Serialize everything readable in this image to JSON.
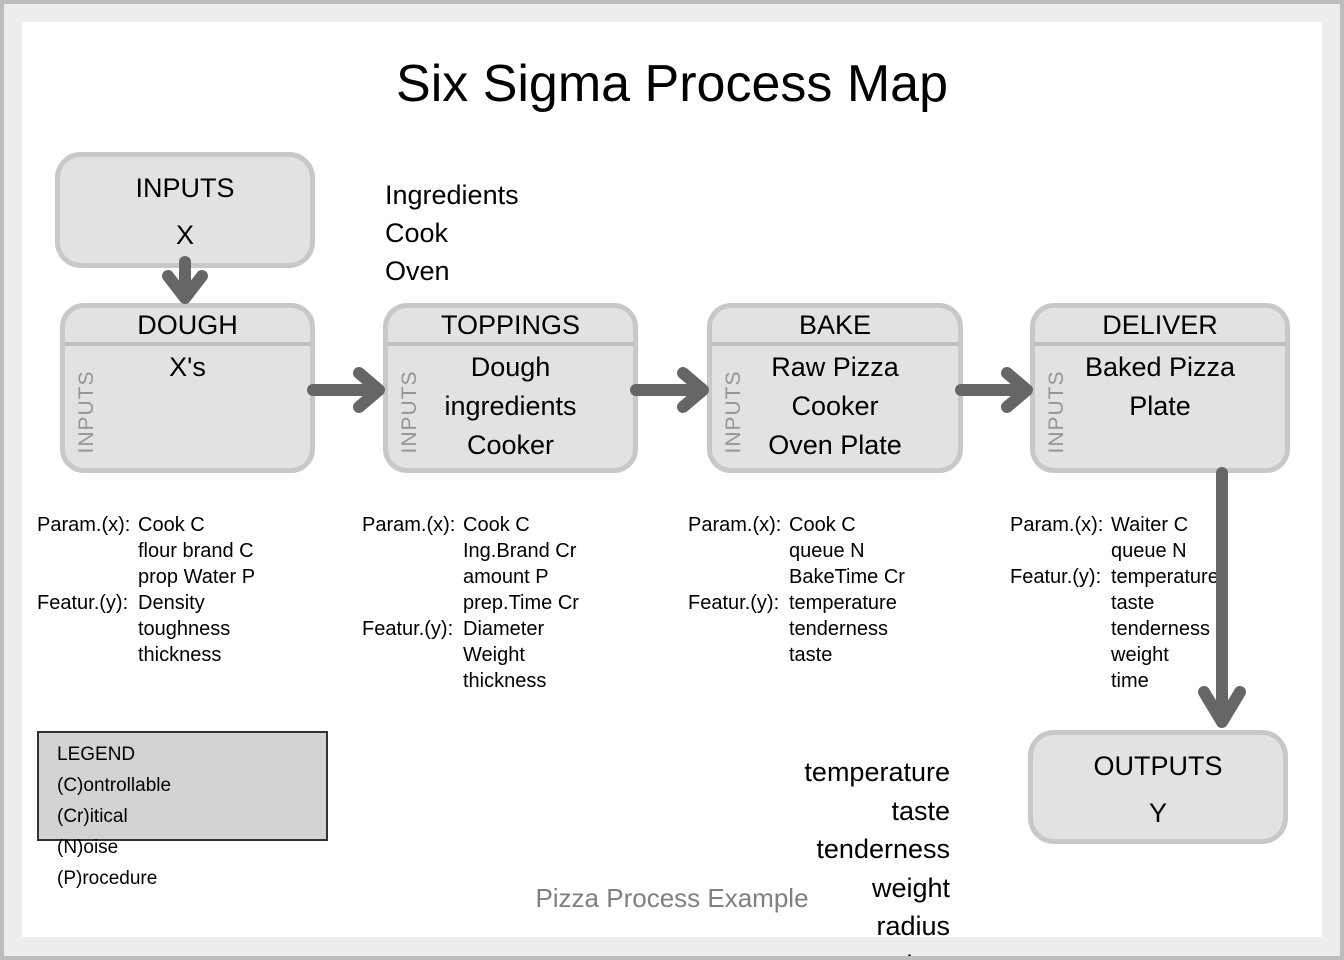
{
  "title": "Six Sigma Process Map",
  "colors": {
    "box_fill": "#e2e2e2",
    "box_border": "#c8c8c8",
    "legend_fill": "#d3d3d3",
    "arrow": "#666666",
    "side_label": "#959595",
    "caption_gray": "#808080"
  },
  "inputs_box": {
    "line1": "INPUTS",
    "line2": "X"
  },
  "inputs_list": [
    "Ingredients",
    "Cook",
    "Oven"
  ],
  "process_steps": [
    {
      "name": "DOUGH",
      "side_label": "INPUTS",
      "body": [
        "X's"
      ]
    },
    {
      "name": "TOPPINGS",
      "side_label": "INPUTS",
      "body": [
        "Dough",
        "ingredients",
        "Cooker"
      ]
    },
    {
      "name": "BAKE",
      "side_label": "INPUTS",
      "body": [
        "Raw Pizza",
        "Cooker",
        "Oven Plate"
      ]
    },
    {
      "name": "DELIVER",
      "side_label": "INPUTS",
      "body": [
        "Baked Pizza",
        "Plate"
      ]
    }
  ],
  "param_blocks": [
    {
      "rows": [
        {
          "label": "Param.(x):",
          "value": "Cook C"
        },
        {
          "label": "",
          "value": "flour brand C"
        },
        {
          "label": "",
          "value": "prop Water P"
        },
        {
          "label": "Featur.(y):",
          "value": "Density"
        },
        {
          "label": "",
          "value": "toughness"
        },
        {
          "label": "",
          "value": "thickness"
        }
      ]
    },
    {
      "rows": [
        {
          "label": "Param.(x):",
          "value": "Cook C"
        },
        {
          "label": "",
          "value": "Ing.Brand Cr"
        },
        {
          "label": "",
          "value": "amount P"
        },
        {
          "label": "",
          "value": "prep.Time Cr"
        },
        {
          "label": "Featur.(y):",
          "value": "Diameter"
        },
        {
          "label": "",
          "value": "Weight"
        },
        {
          "label": "",
          "value": "thickness"
        }
      ]
    },
    {
      "rows": [
        {
          "label": "Param.(x):",
          "value": "Cook C"
        },
        {
          "label": "",
          "value": "queue N"
        },
        {
          "label": "",
          "value": "BakeTime Cr"
        },
        {
          "label": "Featur.(y):",
          "value": "temperature"
        },
        {
          "label": "",
          "value": "tenderness"
        },
        {
          "label": "",
          "value": "taste"
        }
      ]
    },
    {
      "rows": [
        {
          "label": "Param.(x):",
          "value": "Waiter C"
        },
        {
          "label": "",
          "value": "queue N"
        },
        {
          "label": "Featur.(y):",
          "value": "temperature"
        },
        {
          "label": "",
          "value": "taste"
        },
        {
          "label": "",
          "value": "tenderness"
        },
        {
          "label": "",
          "value": "weight"
        },
        {
          "label": "",
          "value": "time"
        }
      ]
    }
  ],
  "legend": {
    "title": "LEGEND",
    "items": [
      "(C)ontrollable",
      "(Cr)itical",
      "(N)oise",
      "(P)rocedure"
    ]
  },
  "outputs_box": {
    "line1": "OUTPUTS",
    "line2": "Y"
  },
  "outputs_list": [
    "temperature",
    "taste",
    "tenderness",
    "weight",
    "radius",
    "time"
  ],
  "caption": "Pizza Process Example"
}
